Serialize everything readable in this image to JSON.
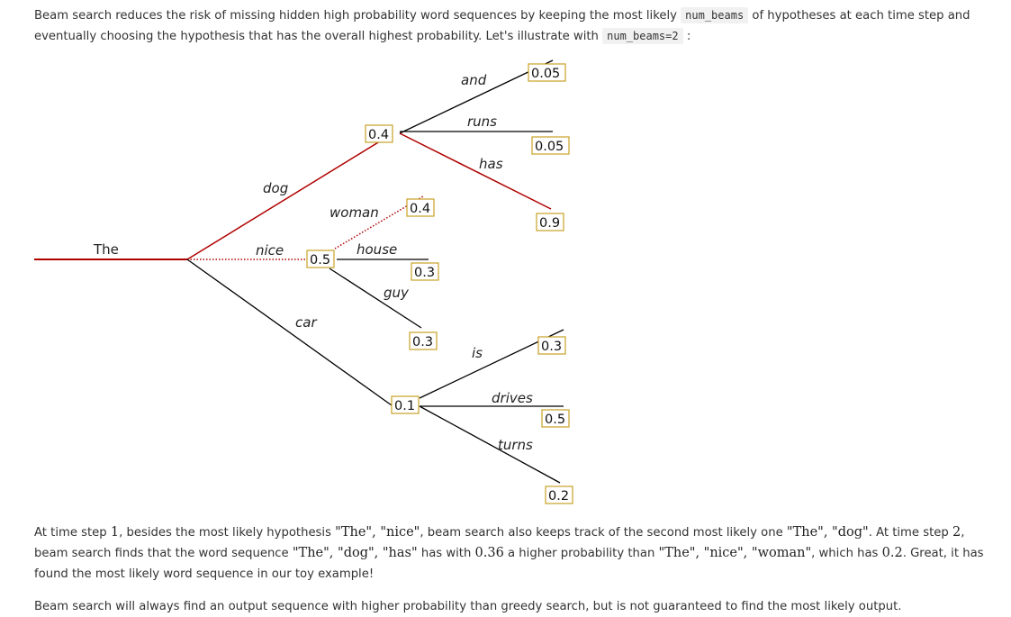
{
  "intro": {
    "part1": "Beam search reduces the risk of missing hidden high probability word sequences by keeping the most likely",
    "code1": "num_beams",
    "part2": "of hypotheses at each time step and eventually choosing the hypothesis that has the overall highest probability. Let's illustrate with",
    "code2": "num_beams=2",
    "part3": ":"
  },
  "diagram": {
    "words": {
      "the": "The",
      "dog": "dog",
      "nice": "nice",
      "car": "car",
      "and": "and",
      "runs": "runs",
      "has": "has",
      "woman": "woman",
      "house": "house",
      "guy": "guy",
      "is": "is",
      "drives": "drives",
      "turns": "turns"
    },
    "probs": {
      "dog": "0.4",
      "nice": "0.5",
      "car": "0.1",
      "and": "0.05",
      "runs": "0.05",
      "has": "0.9",
      "woman": "0.4",
      "house": "0.3",
      "guy": "0.3",
      "is": "0.3",
      "drives": "0.5",
      "turns": "0.2"
    },
    "colors": {
      "beam": "#b00000",
      "normal": "#000000",
      "box_border": "#c9a227"
    }
  },
  "para2": {
    "t1": "At time step",
    "m1": "1",
    "t2": ", besides the most likely hypothesis",
    "m2": "\"The\", \"nice\"",
    "t3": ", beam search also keeps track of the second most likely one",
    "m3": "\"The\", \"dog\"",
    "t4": ". At time step",
    "m4": "2",
    "t5": ", beam search finds that the word sequence",
    "m5": "\"The\", \"dog\", \"has\"",
    "t6": "has with",
    "m6": "0.36",
    "t7": "a higher probability than",
    "m7": "\"The\", \"nice\", \"woman\"",
    "t8": ", which has",
    "m8": "0.2",
    "t9": ". Great, it has found the most likely word sequence in our toy example!"
  },
  "para3": "Beam search will always find an output sequence with higher probability than greedy search, but is not guaranteed to find the most likely output."
}
